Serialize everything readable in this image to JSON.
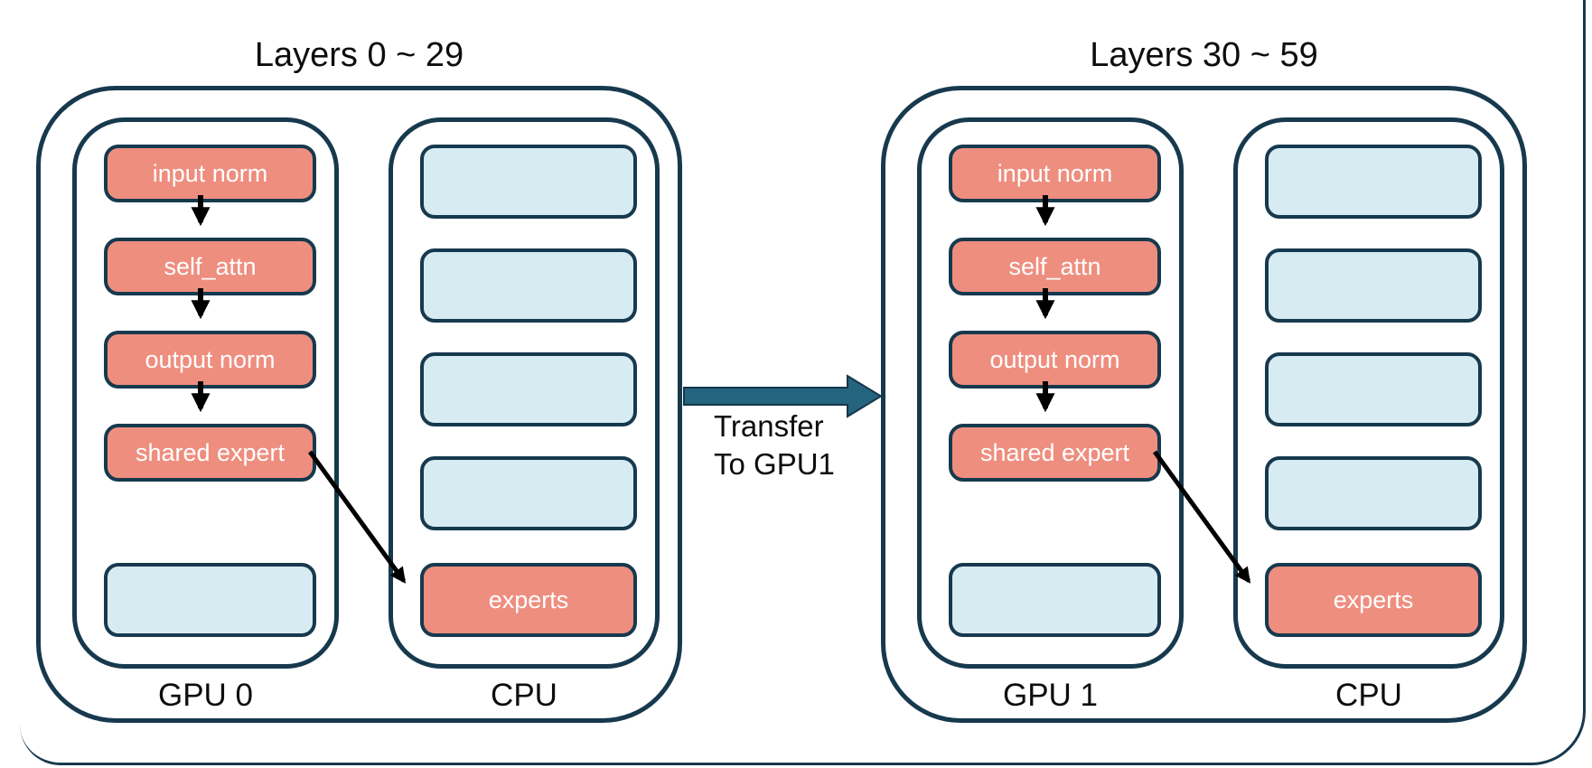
{
  "colors": {
    "module_fill": "#EE8E7F",
    "empty_fill": "#D7EBF2",
    "border": "#17394E",
    "transfer_fill": "#24647F",
    "text_dark": "#0d0d0d",
    "text_light": "#ffffff"
  },
  "groups": [
    {
      "title": "Layers 0 ~ 29",
      "gpu": {
        "label": "GPU 0",
        "modules": [
          "input norm",
          "self_attn",
          "output norm",
          "shared expert"
        ]
      },
      "cpu": {
        "label": "CPU",
        "experts_label": "experts"
      }
    },
    {
      "title": "Layers 30 ~ 59",
      "gpu": {
        "label": "GPU 1",
        "modules": [
          "input norm",
          "self_attn",
          "output norm",
          "shared expert"
        ]
      },
      "cpu": {
        "label": "CPU",
        "experts_label": "experts"
      }
    }
  ],
  "transfer": {
    "label_line1": "Transfer",
    "label_line2": "To GPU1"
  }
}
